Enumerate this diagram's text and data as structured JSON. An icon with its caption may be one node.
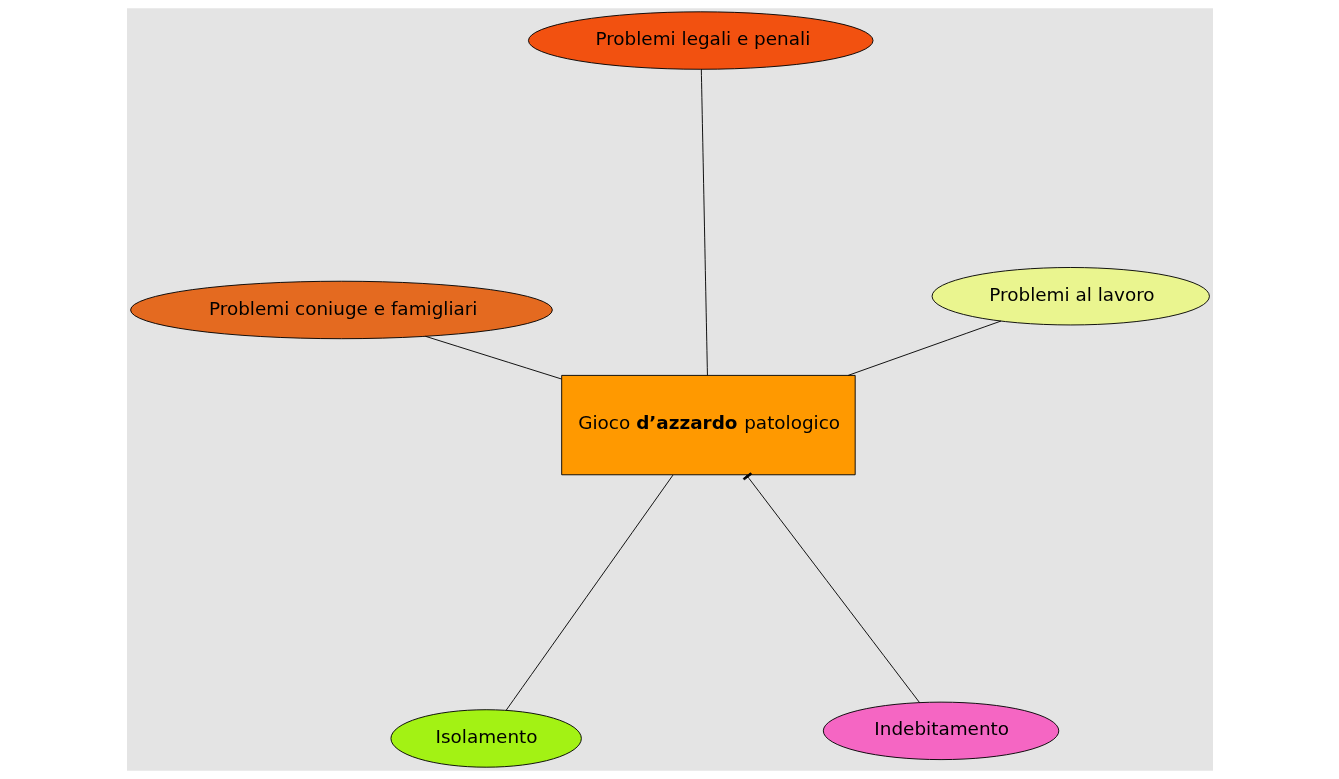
{
  "diagram": {
    "nodes": [
      {
        "text": [
          "Isolamento"
        ]
      },
      {
        "text": [
          "Indebitamento"
        ]
      },
      {
        "text": [
          "Gioco **d’azzardo** patologico"
        ]
      },
      {
        "text": [
          "Problemi legali e penali"
        ]
      },
      {
        "text": [
          "Problemi al lavoro"
        ]
      },
      {
        "text": [
          "Problemi coniuge e famigliari"
        ]
      }
    ],
    "edges": [
      {
        "from": 2,
        "to": 0,
        "arrow": "none"
      },
      {
        "from": 2,
        "to": 1,
        "arrow": "other"
      },
      {
        "from": 2,
        "to": 3,
        "arrow": "none"
      },
      {
        "from": 2,
        "to": 4,
        "arrow": "none"
      },
      {
        "from": 2,
        "to": 5,
        "arrow": "none"
      }
    ]
  }
}
